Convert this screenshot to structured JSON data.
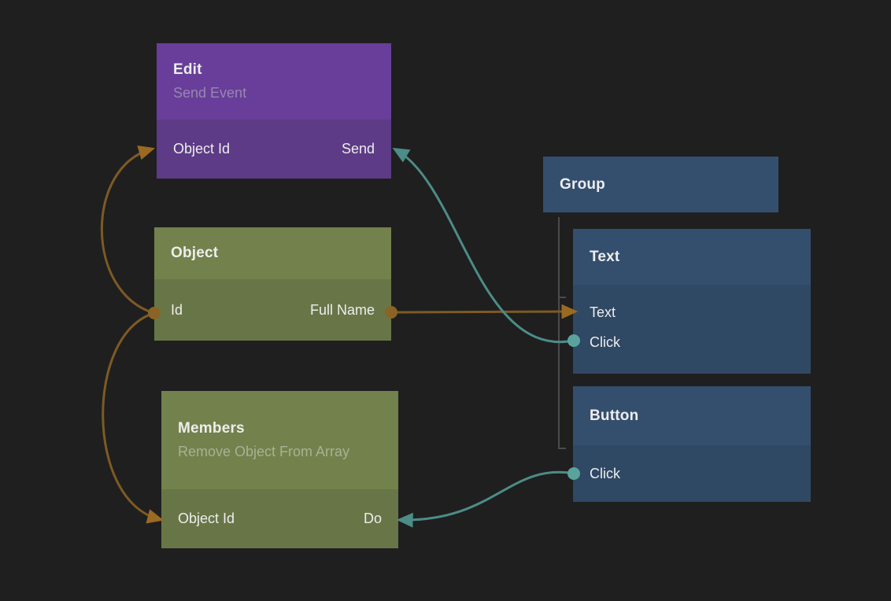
{
  "colors": {
    "background": "#1f1f1f",
    "purple-header": "#683e9a",
    "purple-body": "#5d3b86",
    "olive-header": "#73814c",
    "olive-body": "#687647",
    "blue-header": "#344e6e",
    "blue-body": "#2f4864",
    "title-text": "#ededed",
    "purple-subtitle": "#9887b0",
    "olive-subtitle": "#a9b193",
    "wire-orange": "#7d5a25",
    "arrow-orange": "#9a6a22",
    "port-orange": "#8a6426",
    "wire-teal": "#4d8c87",
    "port-teal": "#5aa39d",
    "tree-line": "#4b4b4b"
  },
  "nodes": {
    "edit": {
      "title": "Edit",
      "subtitle": "Send Event",
      "input": "Object Id",
      "output": "Send"
    },
    "object": {
      "title": "Object",
      "input": "Id",
      "output": "Full Name"
    },
    "members": {
      "title": "Members",
      "subtitle": "Remove Object From Array",
      "input": "Object Id",
      "output": "Do"
    },
    "group": {
      "title": "Group"
    },
    "text": {
      "title": "Text",
      "ports": {
        "text": "Text",
        "click": "Click"
      }
    },
    "button": {
      "title": "Button",
      "ports": {
        "click": "Click"
      }
    }
  },
  "connections": [
    {
      "from": "Object.Id",
      "to": "Edit.Object Id",
      "wire": "orange"
    },
    {
      "from": "Object.Id",
      "to": "Members.Object Id",
      "wire": "orange"
    },
    {
      "from": "Object.Full Name",
      "to": "Text.Text",
      "wire": "orange"
    },
    {
      "from": "Text.Click",
      "to": "Edit.Send",
      "wire": "teal"
    },
    {
      "from": "Button.Click",
      "to": "Members.Do",
      "wire": "teal"
    }
  ],
  "hierarchy": {
    "parent": "Group",
    "children": [
      "Text",
      "Button"
    ]
  }
}
